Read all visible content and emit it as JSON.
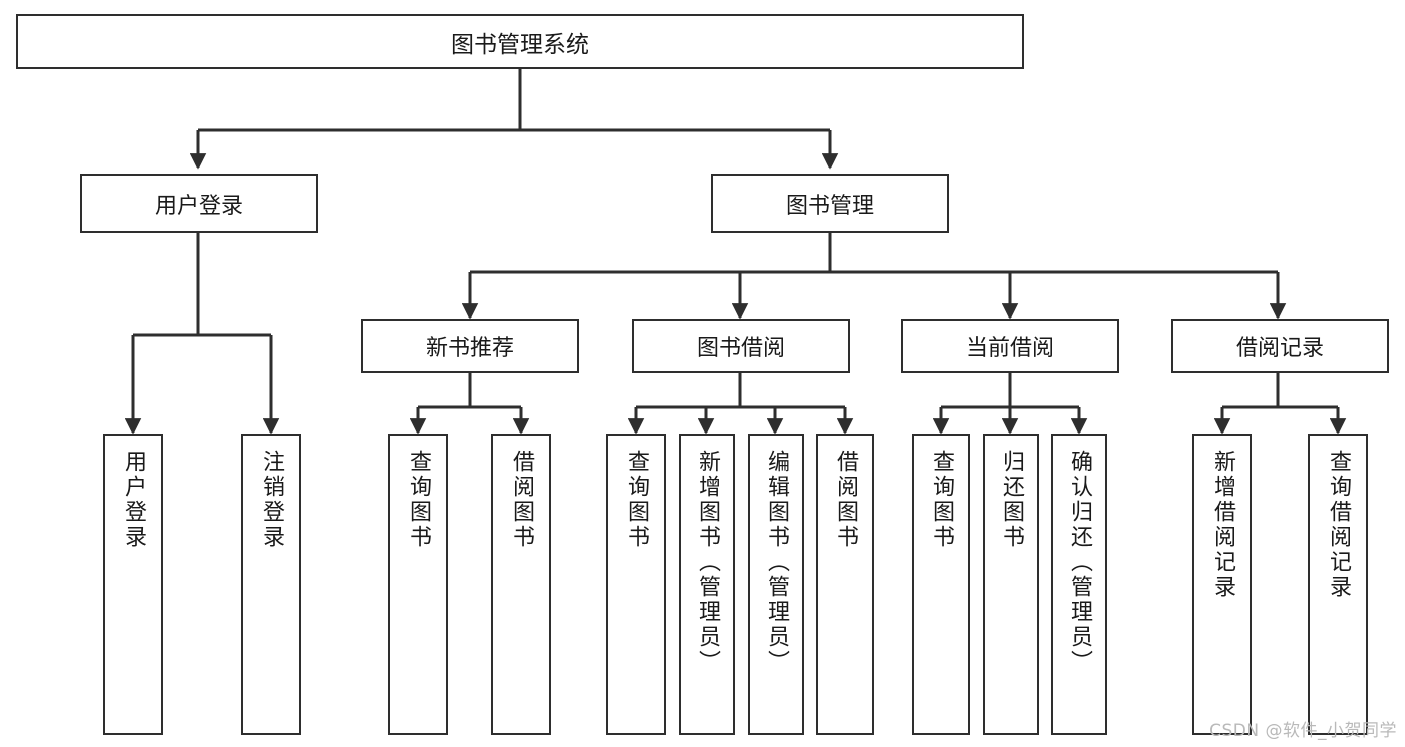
{
  "diagram": {
    "title": "图书管理系统",
    "type": "hierarchy-tree",
    "watermark": "CSDN @软件_小贺同学",
    "colors": {
      "border": "#2e2e2e",
      "fill": "#ffffff",
      "text": "#1a1a1a",
      "connector": "#2e2e2e",
      "watermark": "#b9b9b9"
    },
    "root": {
      "label": "图书管理系统"
    },
    "level1": [
      {
        "label": "用户登录"
      },
      {
        "label": "图书管理"
      }
    ],
    "level2": [
      {
        "label": "新书推荐"
      },
      {
        "label": "图书借阅"
      },
      {
        "label": "当前借阅"
      },
      {
        "label": "借阅记录"
      }
    ],
    "leaves": {
      "user_login": [
        {
          "label": "用户登录"
        },
        {
          "label": "注销登录"
        }
      ],
      "new_book_recommend": [
        {
          "label": "查询图书"
        },
        {
          "label": "借阅图书"
        }
      ],
      "book_borrow": [
        {
          "label": "查询图书"
        },
        {
          "label": "新增图书（管理员）"
        },
        {
          "label": "编辑图书（管理员）"
        },
        {
          "label": "借阅图书"
        }
      ],
      "current_borrow": [
        {
          "label": "查询图书"
        },
        {
          "label": "归还图书"
        },
        {
          "label": "确认归还（管理员）"
        }
      ],
      "borrow_record": [
        {
          "label": "新增借阅记录"
        },
        {
          "label": "查询借阅记录"
        }
      ]
    }
  }
}
